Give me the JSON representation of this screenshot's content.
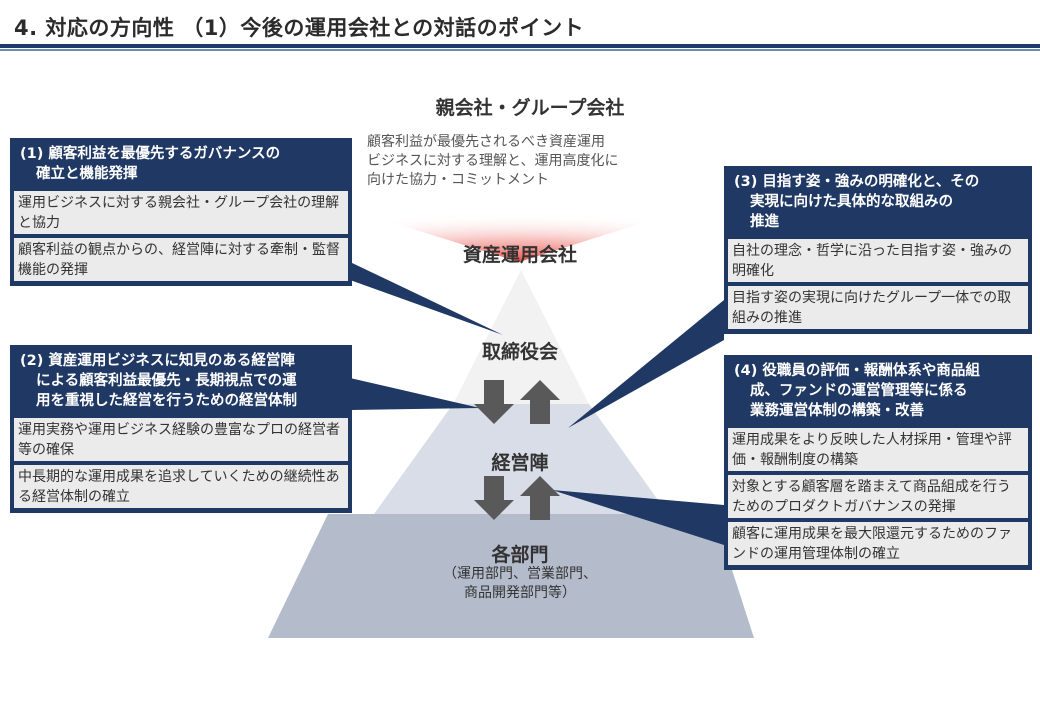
{
  "title": "4. 対応の方向性 （1）今後の運用会社との対話のポイント",
  "parent": {
    "title": "親会社・グループ会社",
    "description_lines": [
      "顧客利益が最優先されるべき資産運用",
      "ビジネスに対する理解と、運用高度化に",
      "向けた協力・コミットメント"
    ]
  },
  "pyramid": {
    "top_label": "資産運用会社",
    "level_board": "取締役会",
    "level_management": "経営陣",
    "level_departments": "各部門",
    "departments_sub": [
      "（運用部門、営業部門、",
      "商品開発部門等）"
    ]
  },
  "boxes": {
    "box1": {
      "heading": [
        "(1) 顧客利益を最優先するガバナンスの",
        "確立と機能発揮"
      ],
      "items": [
        "運用ビジネスに対する親会社・グループ会社の理解と協力",
        "顧客利益の観点からの、経営陣に対する牽制・監督機能の発揮"
      ]
    },
    "box2": {
      "heading": [
        "(2) 資産運用ビジネスに知見のある経営陣",
        "による顧客利益最優先・長期視点での運",
        "用を重視した経営を行うための経営体制"
      ],
      "items": [
        "運用実務や運用ビジネス経験の豊富なプロの経営者等の確保",
        "中長期的な運用成果を追求していくための継続性ある経営体制の確立"
      ]
    },
    "box3": {
      "heading": [
        "(3) 目指す姿・強みの明確化と、その",
        "実現に向けた具体的な取組みの",
        "推進"
      ],
      "items": [
        "自社の理念・哲学に沿った目指す姿・強みの明確化",
        "目指す姿の実現に向けたグループ一体での取組みの推進"
      ]
    },
    "box4": {
      "heading": [
        "(4) 役職員の評価・報酬体系や商品組",
        "成、ファンドの運営管理等に係る",
        "業務運営体制の構築・改善"
      ],
      "items": [
        "運用成果をより反映した人材採用・管理や評価・報酬制度の構築",
        "対象とする顧客層を踏まえて商品組成を行うためのプロダクトガバナンスの発揮",
        "顧客に運用成果を最大限還元するためのファンドの運用管理体制の確立"
      ]
    }
  },
  "colors": {
    "navy": "#1f3864",
    "item_bg": "#ebebeb",
    "pyramid_top": "#f2f2f2",
    "pyramid_mid": "#d9dde8",
    "pyramid_bottom": "#b4bccb",
    "arrow": "#595959",
    "fan_red": "#e8392f"
  }
}
